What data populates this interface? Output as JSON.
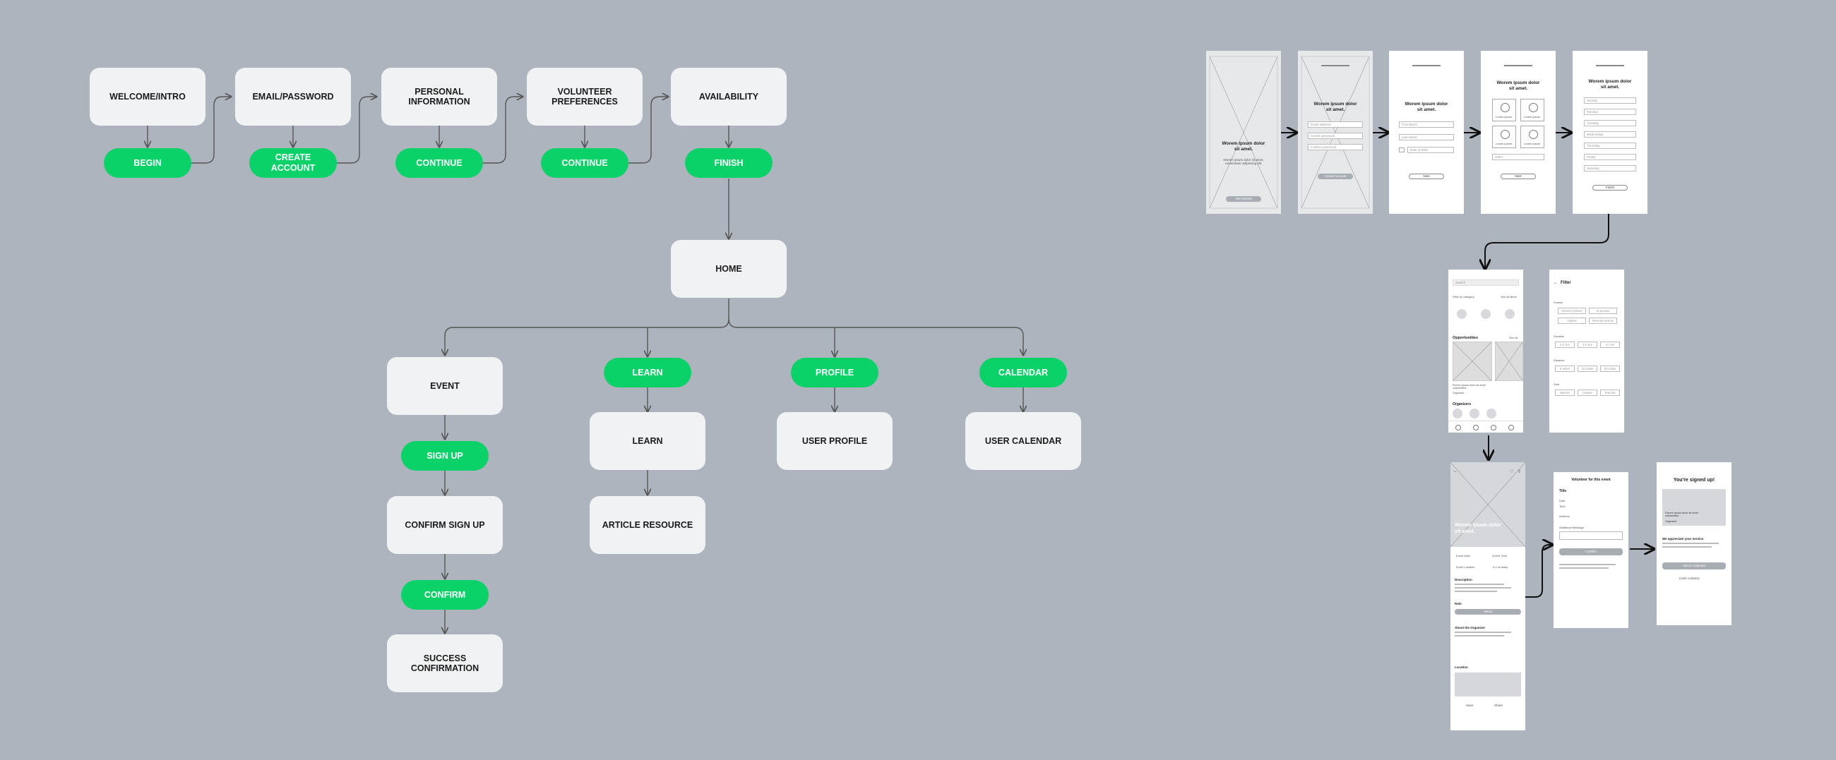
{
  "flow": {
    "welcome": "WELCOME/INTRO",
    "begin": "BEGIN",
    "email": "EMAIL/PASSWORD",
    "create_account": "CREATE ACCOUNT",
    "personal": "PERSONAL INFORMATION",
    "continue1": "CONTINUE",
    "volunteer": "VOLUNTEER PREFERENCES",
    "continue2": "CONTINUE",
    "availability": "AVAILABILITY",
    "finish": "FINISH",
    "home": "HOME",
    "event": "EVENT",
    "sign_up": "SIGN UP",
    "confirm_sign_up": "CONFIRM SIGN UP",
    "confirm": "CONFIRM",
    "success": "SUCCESS CONFIRMATION",
    "learn_pill": "LEARN",
    "learn": "LEARN",
    "article": "ARTICLE RESOURCE",
    "profile_pill": "PROFILE",
    "user_profile": "USER PROFILE",
    "calendar_pill": "CALENDAR",
    "user_calendar": "USER CALENDAR"
  },
  "wireframes": {
    "s1": {
      "title": "Worem ipsum dolor sit amet.",
      "body": "Worem ipsum dolor sit amet, consectetur adipiscing elit.",
      "button": "Get Started"
    },
    "s2": {
      "title": "Worem ipsum dolor sit amet.",
      "fields": [
        "Email address",
        "Create password",
        "Confirm password"
      ],
      "button": "Create Account"
    },
    "s3": {
      "title": "Worem ipsum dolor sit amet.",
      "fields": [
        "First Name",
        "Last Name",
        "Date of Birth"
      ],
      "button": "Next"
    },
    "s4": {
      "title": "Worem ipsum dolor sit amet.",
      "tiles": [
        "Lorem ipsum",
        "Lorem ipsum",
        "Lorem ipsum",
        "Lorem ipsum"
      ],
      "other": "Other",
      "button": "Next"
    },
    "s5": {
      "title": "Worem ipsum dolor sit amet.",
      "days": [
        "Sunday",
        "Monday",
        "Tuesday",
        "Wednesday",
        "Thursday",
        "Friday",
        "Saturday"
      ],
      "button": "Finish"
    },
    "home": {
      "search": "Search",
      "filter": "Filter by category",
      "see_all": "See all filters",
      "opportunities": "Opportunities",
      "see": "See all",
      "card": "Florem ipsum dolor sit amet consectetur",
      "organizer": "Organizer",
      "organizers": "Organizers"
    },
    "filter": {
      "title": "Filter",
      "format": "Format",
      "options1": [
        "Virtual (Online)",
        "In-person",
        "Hybrid",
        "Remote events"
      ],
      "duration": "Duration",
      "options2": [
        "1-2 hrs",
        "2-4 hrs",
        "4+ hrs"
      ],
      "distance": "Distance",
      "options3": [
        "5 miles",
        "10 miles",
        "20 miles"
      ],
      "role": "Role",
      "options4": [
        "Mentor",
        "Leader",
        "Teacher"
      ]
    },
    "event": {
      "hero": "Worem ipsum dolor sit amet.",
      "meta": [
        "Event Date",
        "Event Time",
        "Event Location",
        "0.4 mi away"
      ],
      "description": "Description",
      "role": "Role",
      "role_btn": "Select",
      "about": "About the Organizer",
      "location": "Location",
      "save": "Save",
      "share": "Share"
    },
    "volunteer": {
      "title": "Volunteer for this event",
      "labels": [
        "Title",
        "Date",
        "Time",
        "Address",
        "Additional Message"
      ],
      "button": "Confirm"
    },
    "signed": {
      "title": "You're signed up!",
      "card": "Florem ipsum dolor sit amet consectetur",
      "organizer": "Organizer",
      "note": "We appreciate your service",
      "calendar": "Add to Calendar",
      "invite": "Invite contacts"
    }
  }
}
